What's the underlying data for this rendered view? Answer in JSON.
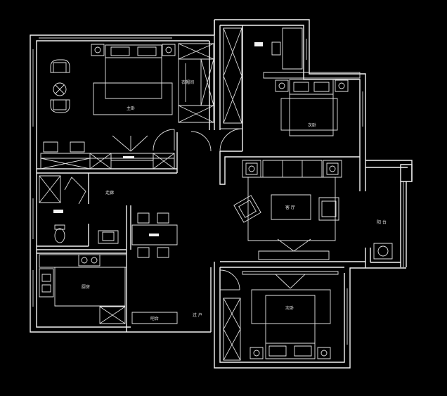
{
  "drawing": {
    "background": "#000000",
    "line_color": "#f2f2f2"
  },
  "rooms": {
    "master_bedroom": "主卧",
    "walkin_closet": "衣帽间",
    "second_bedroom": "次卧",
    "living_room": "客 厅",
    "balcony": "阳 台",
    "hallway": "走廊",
    "kitchen": "厨房",
    "third_bedroom": "次卧",
    "corridor": "过 户",
    "counter": "吧台"
  }
}
